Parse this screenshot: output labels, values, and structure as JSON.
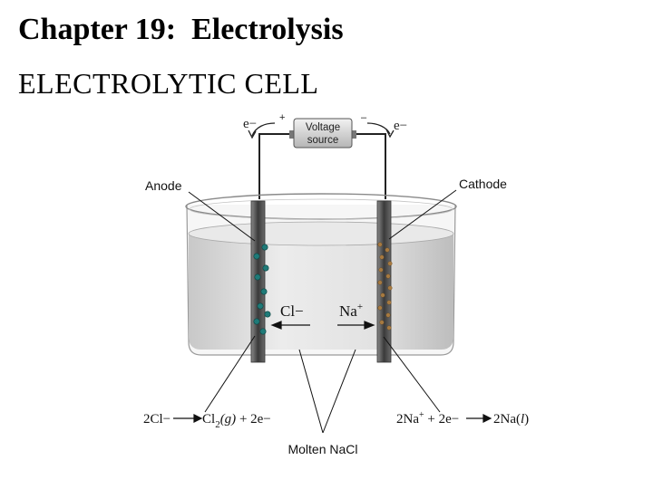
{
  "slide": {
    "title": "Chapter 19:  Electrolysis",
    "subtitle": "ELECTROLYTIC CELL"
  },
  "diagram": {
    "electron_left": "e−",
    "electron_right": "e−",
    "plus_sign": "+",
    "minus_sign": "–",
    "voltage_source_line1": "Voltage",
    "voltage_source_line2": "source",
    "anode_label": "Anode",
    "cathode_label": "Cathode",
    "chloride_ion": "Cl−",
    "sodium_ion_symbol": "Na",
    "sodium_ion_charge": "+",
    "molten_label": "Molten NaCl",
    "anode_reaction": {
      "reactant": "2Cl−",
      "product_a": "Cl",
      "product_sub": "2",
      "product_state": "(g)",
      "product_b": " + 2e−"
    },
    "cathode_reaction": {
      "reactant_a": "2Na",
      "reactant_charge": "+",
      "reactant_b": " + 2e−",
      "product_a": "2Na(",
      "product_state": "l",
      "product_b": ")"
    },
    "colors": {
      "chloride_particle": "#1f7a78",
      "sodium_particle": "#a77a40",
      "electrode": "#555555",
      "liquid": "#dcdcdc"
    }
  }
}
